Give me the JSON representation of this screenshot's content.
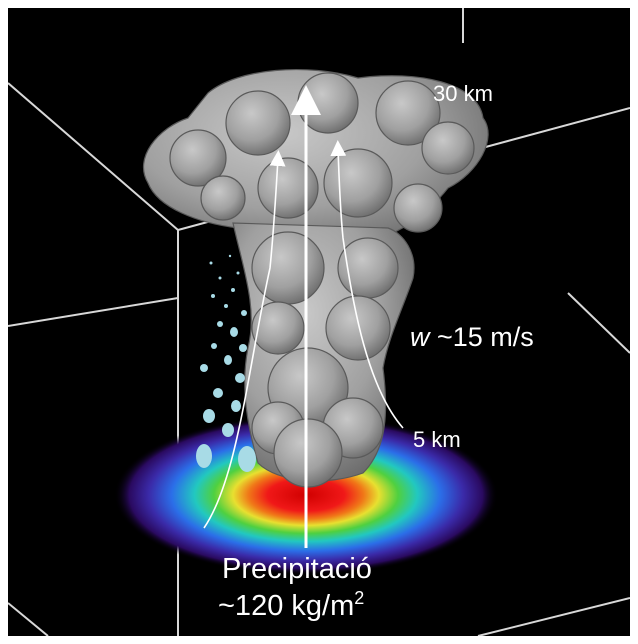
{
  "labels": {
    "top_altitude": "30 km",
    "base_altitude": "5 km",
    "updraft_symbol": "w",
    "updraft_value": " ~15 m/s",
    "precip_title": "Precipitació",
    "precip_value": "~120 kg/m",
    "precip_unit_exponent": "2"
  },
  "colors": {
    "background": "#000000",
    "frame": "#ffffff",
    "cloud": "#a8a8a8",
    "cloud_shadow": "#6e6e6e",
    "arrow": "#ffffff",
    "rain_drops": "#a8dbe6",
    "precip_rings": [
      "#3a1a80",
      "#2b6ee8",
      "#22d0c8",
      "#4fd040",
      "#e8e030",
      "#f07818",
      "#e01010"
    ]
  }
}
